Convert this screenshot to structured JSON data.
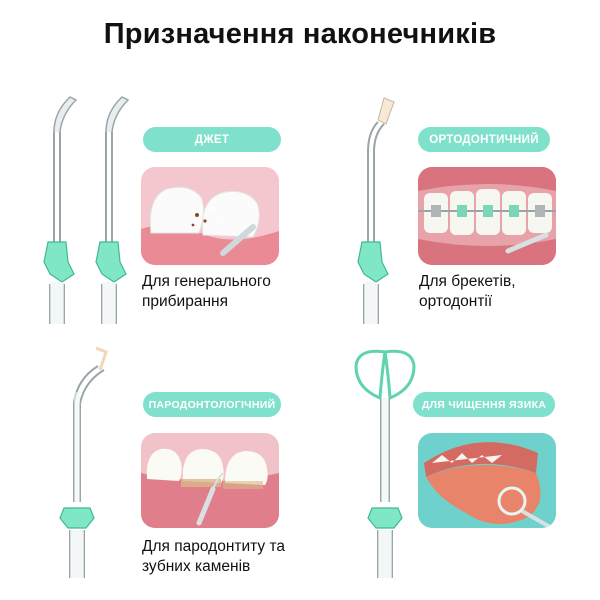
{
  "title": "Призначення наконечників",
  "cards": [
    {
      "tag": "ДЖЕТ",
      "caption_line1": "Для генерального",
      "caption_line2": "прибирання"
    },
    {
      "tag": "ОРТОДОНТИЧНИЙ",
      "caption_line1": "Для брекетів,",
      "caption_line2": "ортодонтії"
    },
    {
      "tag": "ПАРОДОНТОЛОГІЧНИЙ",
      "caption_line1": "Для пародонтиту та",
      "caption_line2": "зубних каменів"
    },
    {
      "tag": "ДЛЯ ЧИЩЕННЯ ЯЗИКА",
      "caption_line1": "",
      "caption_line2": ""
    }
  ],
  "colors": {
    "accent": "#7fe0cc",
    "gum": "#e98a94",
    "tip_green": "#62d3ae"
  }
}
